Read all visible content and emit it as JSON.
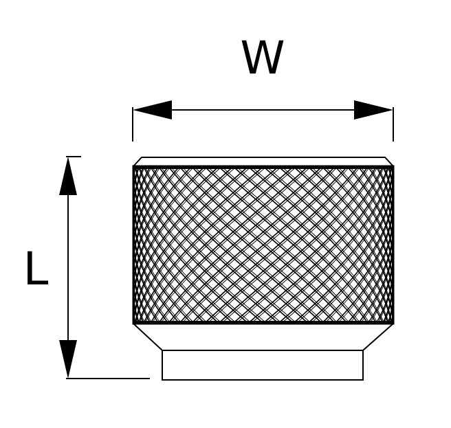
{
  "diagram": {
    "type": "technical-drawing",
    "subject": "knurled-knob",
    "knurl_pattern": "diamond",
    "dimensions": {
      "width_label": "W",
      "length_label": "L"
    },
    "colors": {
      "line": "#000000",
      "background": "#ffffff"
    }
  }
}
